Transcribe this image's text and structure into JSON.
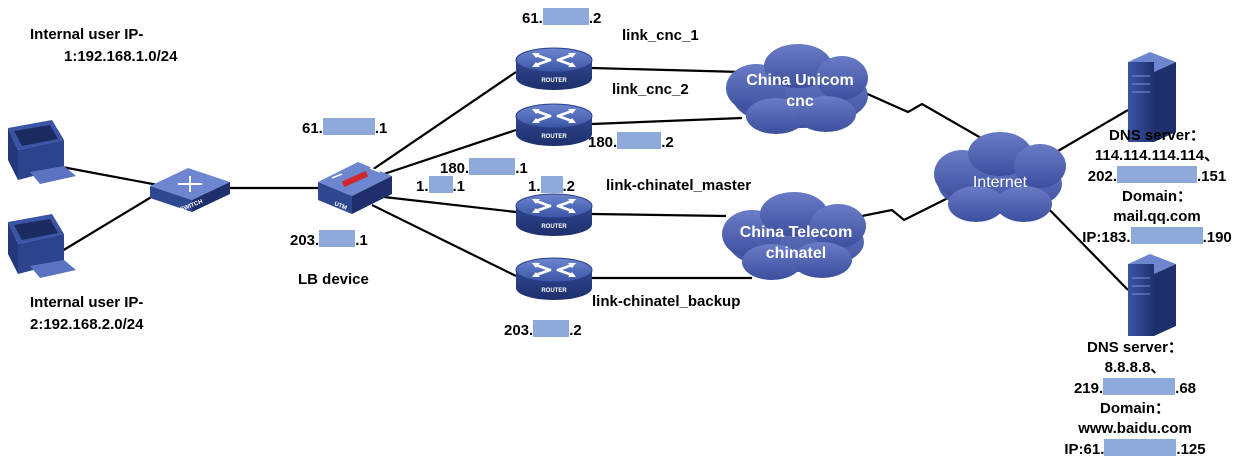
{
  "internal_user_1": {
    "line1": "Internal user IP-",
    "line2": "1:192.168.1.0/24"
  },
  "internal_user_2": {
    "line1": "Internal user IP-",
    "line2": "2:192.168.2.0/24"
  },
  "lb_device": "LB device",
  "ip": {
    "lb_61_a": "61.",
    "lb_61_b": ".1",
    "lb_180_a": "180.",
    "lb_180_b": ".1",
    "lb_1_a": "1.",
    "lb_1_b": ".1",
    "lb_203_a": "203.",
    "lb_203_b": ".1",
    "r1_61_a": "61.",
    "r1_61_b": ".2",
    "r2_180_a": "180.",
    "r2_180_b": ".2",
    "r3_1_a": "1.",
    "r3_1_b": ".2",
    "r4_203_a": "203.",
    "r4_203_b": ".2"
  },
  "links": {
    "cnc_1": "link_cnc_1",
    "cnc_2": "link_cnc_2",
    "chinatel_master": "link-chinatel_master",
    "chinatel_backup": "link-chinatel_backup"
  },
  "clouds": {
    "unicom_1": "China Unicom",
    "unicom_2": "cnc",
    "telecom_1": "China Telecom",
    "telecom_2": "chinatel",
    "internet": "Internet"
  },
  "device_labels": {
    "router": "ROUTER",
    "switch": "SWITCH",
    "utm": "UTM"
  },
  "dns1": {
    "title": "DNS server：",
    "line1": "114.114.114.114、",
    "line2_a": "202.",
    "line2_b": ".151",
    "domain_label": "Domain：",
    "domain": "mail.qq.com",
    "ip_a": "IP:183.",
    "ip_b": ".190"
  },
  "dns2": {
    "title": "DNS server：",
    "line1": "8.8.8.8、",
    "line2_a": "219.",
    "line2_b": ".68",
    "domain_label": "Domain：",
    "domain": "www.baidu.com",
    "ip_a": "IP:61.",
    "ip_b": ".125"
  },
  "colors": {
    "device": "#3b55a6",
    "cloud": "#4f63b0",
    "redaction": "#8eaadb"
  }
}
